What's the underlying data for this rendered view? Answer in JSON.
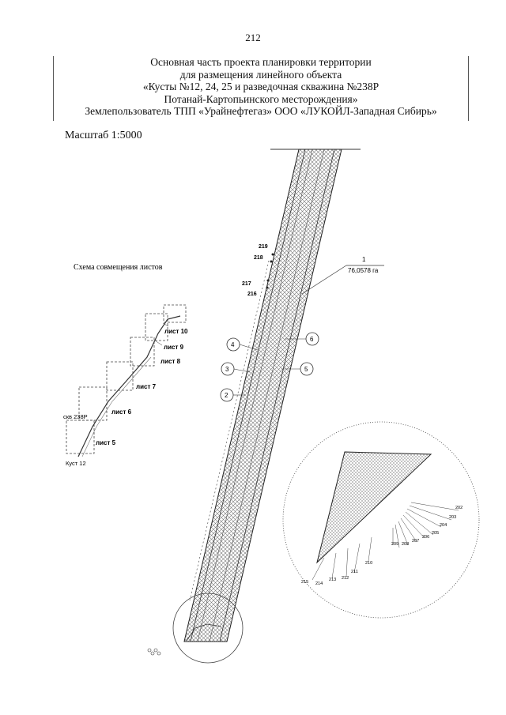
{
  "page_number": "212",
  "header": {
    "line1": "Основная часть проекта планировки территории",
    "line2": "для размещения линейного объекта",
    "line3": "«Кусты №12, 24, 25  и разведочная скважина №238Р",
    "line4": "Потанай-Картопьинского месторождения»",
    "line5": "Землепользователь ТПП «Урайнефтегаз» ООО «ЛУКОЙЛ-Западная Сибирь»"
  },
  "scale_label": "Масштаб 1:5000",
  "scheme": {
    "title": "Схема совмещения листов",
    "sheets": [
      "лист 10",
      "лист 9",
      "лист 8",
      "лист 7",
      "лист 6",
      "лист 5"
    ],
    "well_label": "скв 238Р",
    "pad_label": "Куст 12"
  },
  "parcel": {
    "number": "1",
    "area": "76,0578 га"
  },
  "circle_labels": [
    "4",
    "6",
    "3",
    "5",
    "2"
  ],
  "point_labels_top": [
    "219",
    "218",
    "217",
    "216"
  ],
  "detail_labels": [
    "202",
    "203",
    "204",
    "205",
    "206",
    "207",
    "208",
    "209",
    "210",
    "211",
    "212",
    "213",
    "214",
    "215"
  ]
}
